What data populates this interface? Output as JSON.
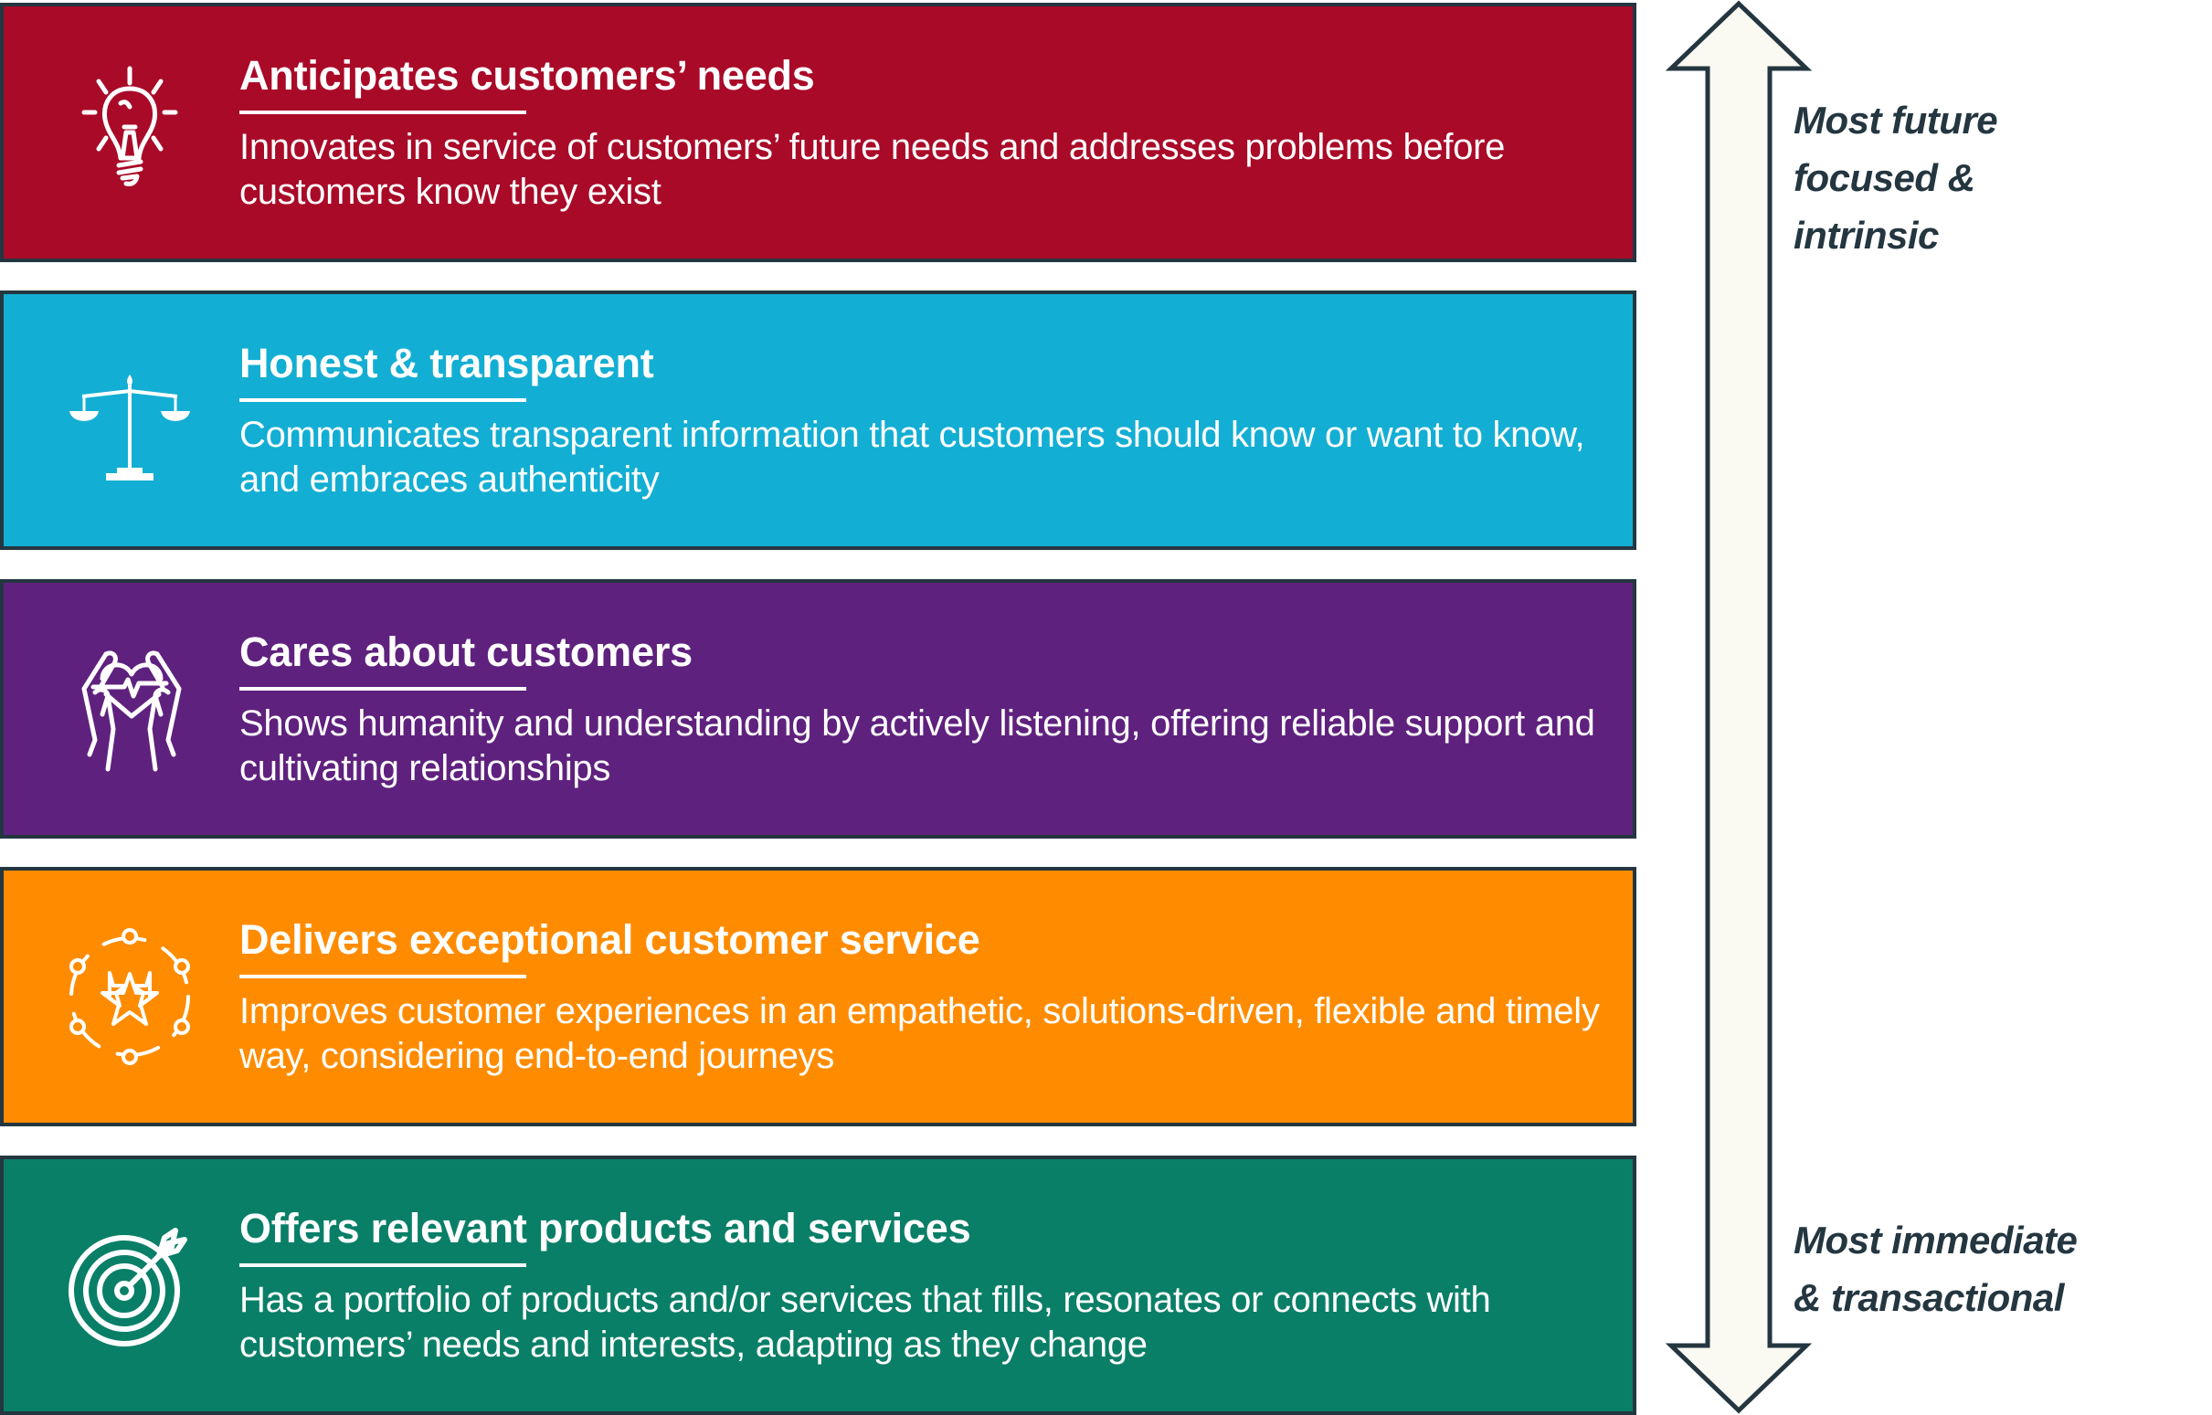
{
  "tiers": [
    {
      "title": "Anticipates customers’ needs",
      "description": "Innovates in service of customers’ future needs and addresses problems before customers know they exist",
      "icon": "lightbulb-icon",
      "color": "#A90A28"
    },
    {
      "title": "Honest & transparent",
      "description": "Communicates transparent information that customers should know or want to know, and embraces authenticity",
      "icon": "scales-icon",
      "color": "#13AED3"
    },
    {
      "title": "Cares about customers",
      "description": "Shows humanity and understanding by actively listening, offering reliable support and cultivating relationships",
      "icon": "hands-heart-icon",
      "color": "#5F217E"
    },
    {
      "title": "Delivers exceptional customer service",
      "description": "Improves customer experiences in an empathetic, solutions-driven, flexible and timely way, considering end-to-end journeys",
      "icon": "stars-network-icon",
      "color": "#FF8C00"
    },
    {
      "title": "Offers relevant products and services",
      "description": "Has a portfolio of products and/or services that fills, resonates or connects with customers’ needs and interests, adapting as they change",
      "icon": "target-arrow-icon",
      "color": "#0A7F68"
    }
  ],
  "scale": {
    "top_label": "Most future\nfocused &\nintrinsic",
    "bottom_label": "Most immediate\n& transactional",
    "icon": "double-headed-arrow-icon",
    "arrow_fill": "#FAF9F2",
    "outline_color": "#243640"
  }
}
